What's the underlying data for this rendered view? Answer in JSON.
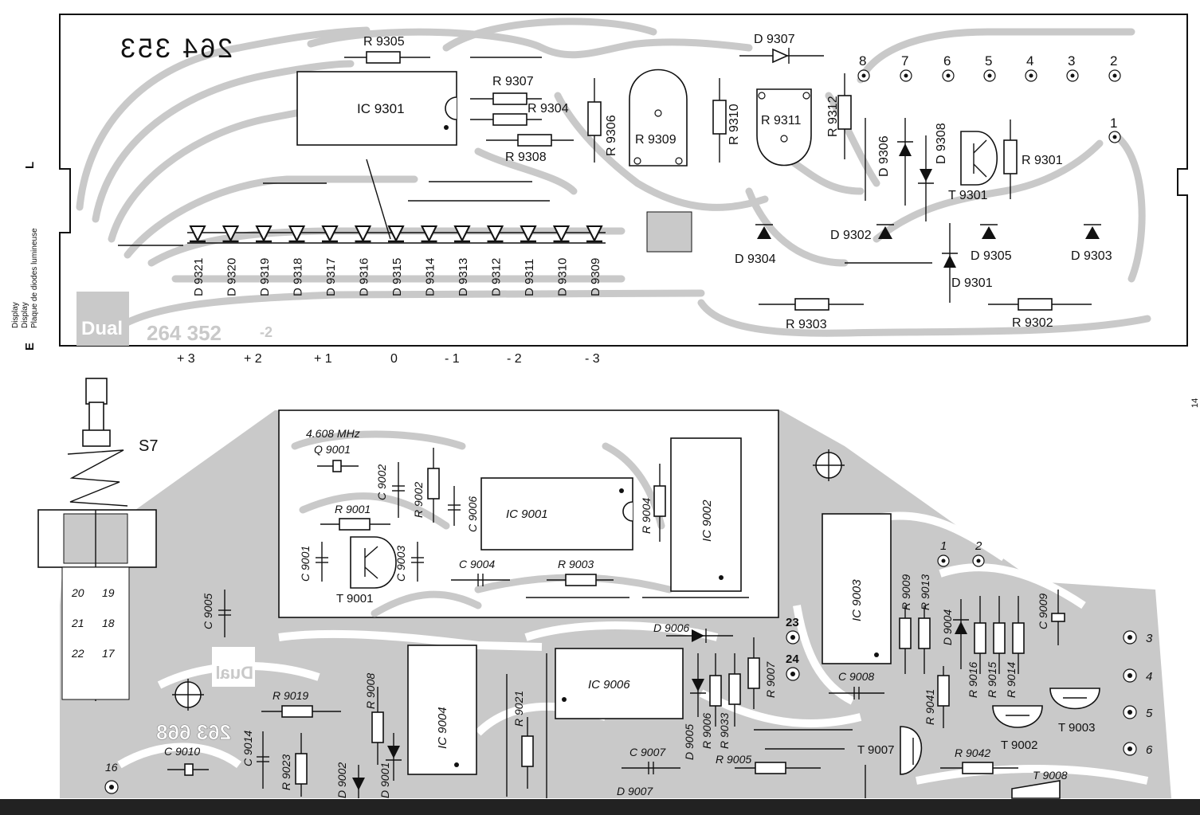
{
  "top_board": {
    "part_number_mirrored": "264 353",
    "part_number": "264 352",
    "part_suffix": "-2",
    "logo": "Dual",
    "side_label_left_top": "L",
    "side_label_left_bottom": "E",
    "side_caption": [
      "Display",
      "Display",
      "Plaque de diodes lumineuse"
    ],
    "ic": "IC 9301",
    "resistors": [
      "R 9305",
      "R 9307",
      "R 9304",
      "R 9308",
      "R 9306",
      "R 9309",
      "R 9310",
      "R 9311",
      "R 9312",
      "R 9301",
      "R 9303",
      "R 9302"
    ],
    "diodes_top": [
      "D 9307",
      "D 9306",
      "D 9308",
      "D 9302",
      "D 9304",
      "D 9305",
      "D 9303",
      "D 9301"
    ],
    "transistor": "T 9301",
    "pin_numbers": [
      "8",
      "7",
      "6",
      "5",
      "4",
      "3",
      "2",
      "1"
    ],
    "led_row": [
      "D 9321",
      "D 9320",
      "D 9319",
      "D 9318",
      "D 9317",
      "D 9316",
      "D 9315",
      "D 9314",
      "D 9313",
      "D 9312",
      "D 9311",
      "D 9310",
      "D 9309"
    ],
    "scale": [
      "+ 3",
      "+ 2",
      "+ 1",
      "0",
      "- 1",
      "- 2",
      "- 3"
    ]
  },
  "bottom_board": {
    "switch": "S7",
    "crystal_freq": "4.608 MHz",
    "crystal": "Q 9001",
    "ics": [
      "IC 9001",
      "IC 9002",
      "IC 9003",
      "IC 9004",
      "IC 9006"
    ],
    "capacitors": [
      "C 9002",
      "C 9006",
      "C 9001",
      "C 9003",
      "C 9004",
      "C 9005",
      "C 9008",
      "C 9009",
      "C 9010",
      "C 9014",
      "C 9007"
    ],
    "resistors": [
      "R 9001",
      "R 9002",
      "R 9003",
      "R 9004",
      "R 9009",
      "R 9013",
      "R 9019",
      "R 9008",
      "R 9021",
      "R 9023",
      "R 9007",
      "R 9006",
      "R 9033",
      "R 9005",
      "R 9041",
      "R 9042",
      "R 9016",
      "R 9015",
      "R 9014"
    ],
    "diodes": [
      "D 9006",
      "D 9004",
      "D 9005",
      "D 9001",
      "D 9002",
      "D 9007"
    ],
    "transistors": [
      "T 9001",
      "T 9002",
      "T 9003",
      "T 9007",
      "T 9008"
    ],
    "pins": [
      "1",
      "2",
      "23",
      "24",
      "3",
      "4",
      "5",
      "6",
      "16"
    ],
    "switch_pins": [
      "20",
      "19",
      "21",
      "18",
      "22",
      "17"
    ],
    "logo": "Dual",
    "part_number_mirrored": "263 668"
  },
  "page_number": "14"
}
